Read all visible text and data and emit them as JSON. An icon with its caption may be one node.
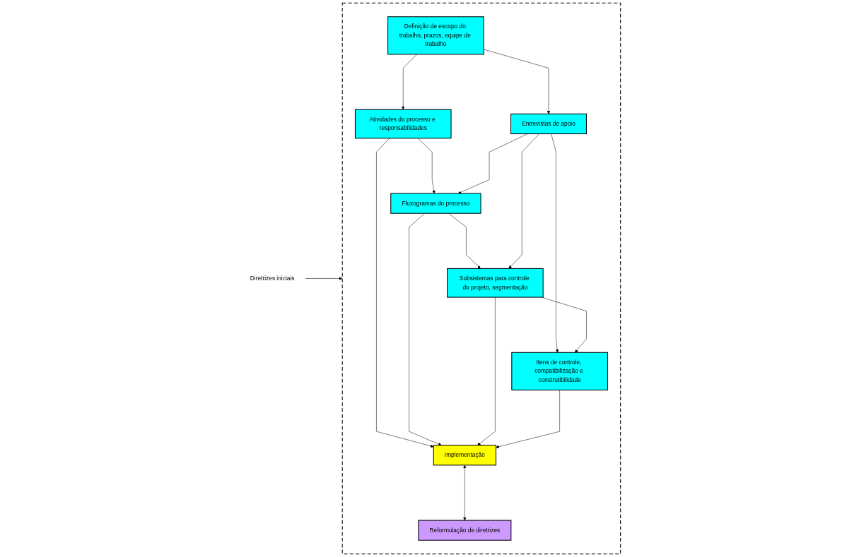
{
  "diagram": {
    "nodes": [
      {
        "text": [
          "Diretrizes iniciais"
        ]
      },
      {
        "text": [],
        "shape": "box"
      },
      {
        "text": [
          "Definição de escopo do trabalho, prazos, equipe de trabalho"
        ],
        "in": 1
      },
      {
        "text": [
          "Atividades do processo e responsabilidades"
        ],
        "in": 1
      },
      {
        "text": [
          "Entrevistas de apoio"
        ],
        "in": 1
      },
      {
        "text": [
          "Fluxogramas do processo"
        ],
        "in": 1
      },
      {
        "text": [
          "Subsistemas para controle do projeto, segmentação"
        ],
        "in": 1
      },
      {
        "text": [
          "Itens de controle, compatibilização e construtibilidade"
        ],
        "in": 1
      },
      {
        "text": [
          "Implementação"
        ],
        "in": 1
      },
      {
        "text": [
          "Reformulação de diretrizes"
        ],
        "in": 1
      }
    ],
    "edges": [
      {
        "from": 0,
        "to": 1,
        "arrow": "to"
      },
      {
        "from": 2,
        "to": 3,
        "arrow": "to"
      },
      {
        "from": 2,
        "to": 4,
        "arrow": "to"
      },
      {
        "from": 3,
        "to": 5,
        "arrow": "to"
      },
      {
        "from": 3,
        "to": 8,
        "arrow": "to"
      },
      {
        "from": 4,
        "to": 5,
        "arrow": "to"
      },
      {
        "from": 5,
        "to": 8,
        "arrow": "to"
      },
      {
        "from": 5,
        "to": 6,
        "arrow": "to"
      },
      {
        "from": 4,
        "to": 6,
        "arrow": "to"
      },
      {
        "from": 4,
        "to": 7,
        "arrow": "to"
      },
      {
        "from": 6,
        "to": 8,
        "arrow": "to"
      },
      {
        "from": 6,
        "to": 7,
        "arrow": "to"
      },
      {
        "from": 7,
        "to": 8,
        "arrow": "to"
      },
      {
        "from": 8,
        "to": 9,
        "arrow": "both"
      }
    ]
  }
}
